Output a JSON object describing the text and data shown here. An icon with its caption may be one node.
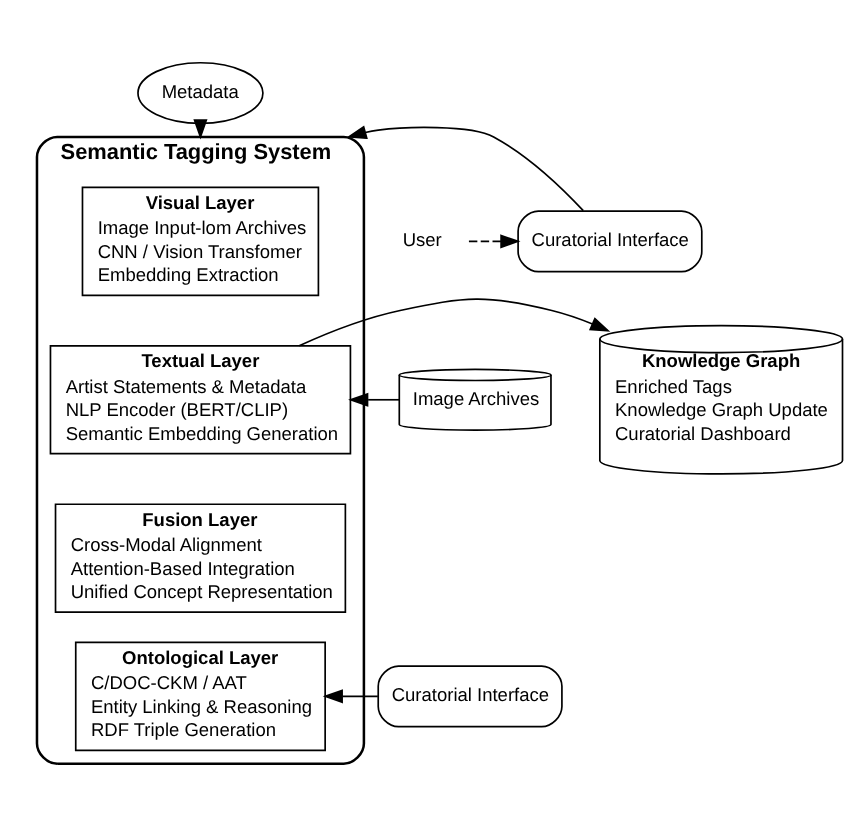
{
  "diagram": {
    "nodes": [
      {
        "text": [
          "Metadata"
        ]
      },
      {
        "text": [
          "User"
        ]
      },
      {
        "text": [
          "Curatorial Interface"
        ]
      },
      {
        "text": [
          "Semantic Tagging System"
        ]
      },
      {
        "text": [
          "Visual Layer",
          "Image Input-lom Archives",
          "CNN / Vision Transfomer",
          "Embedding Extraction"
        ],
        "in": 3
      },
      {
        "text": [
          "Textual Layer",
          "Artist Statements & Metadata",
          "NLP Encoder (BERT/CLIP)",
          "Semantic Embedding Generation"
        ],
        "in": 3
      },
      {
        "text": [
          "Fusion Layer",
          "Cross-Modal Alignment",
          "Attention-Based Integration",
          "Unified Concept Representation"
        ],
        "in": 3
      },
      {
        "text": [
          "Ontological Layer",
          "C/DOC-CKM / AAT",
          "Entity Linking & Reasoning",
          "RDF Triple Generation"
        ],
        "in": 3
      },
      {
        "text": [
          "Image Archives"
        ]
      },
      {
        "text": [
          "Knowledge Graph",
          "Enriched Tags",
          "Knowledge Graph Update",
          "Curatorial Dashboard"
        ]
      },
      {
        "text": [
          "Curatorial Interface"
        ]
      }
    ],
    "edges": [
      {
        "from": 0,
        "to": 3,
        "arrow": "to"
      },
      {
        "from": 1,
        "to": 2,
        "arrow": "to",
        "style": "dashed"
      },
      {
        "from": 2,
        "to": 3,
        "arrow": "to"
      },
      {
        "from": 8,
        "to": 5,
        "arrow": "to"
      },
      {
        "from": 5,
        "to": 9,
        "arrow": "to"
      },
      {
        "from": 10,
        "to": 7,
        "arrow": "to"
      }
    ]
  }
}
